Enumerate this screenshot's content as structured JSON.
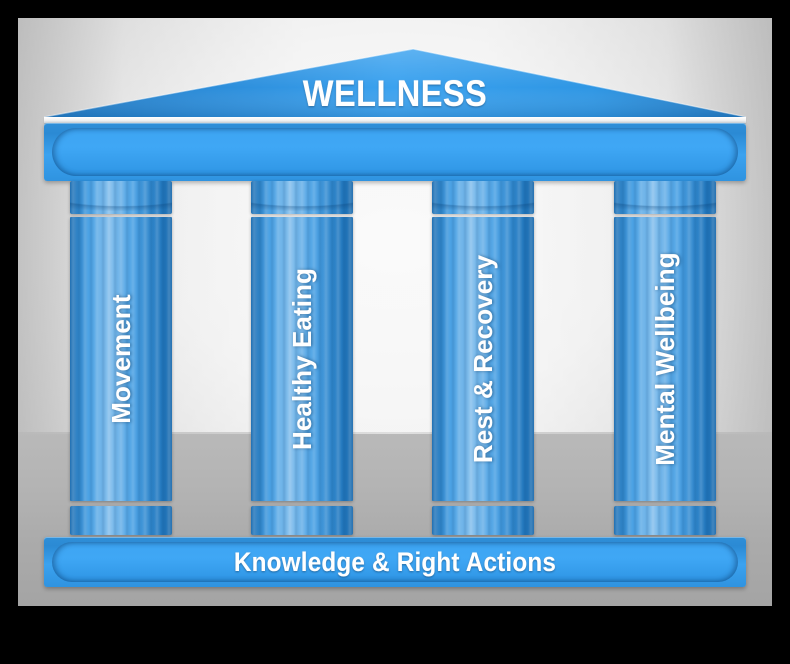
{
  "graphic": {
    "type": "temple-pillars-infographic",
    "roof": {
      "title": "WELLNESS",
      "shape": "triangle-pediment"
    },
    "entablature": {
      "label": ""
    },
    "pillars": [
      {
        "label": "Movement"
      },
      {
        "label": "Healthy Eating"
      },
      {
        "label": "Rest & Recovery"
      },
      {
        "label": "Mental Wellbeing"
      }
    ],
    "foundation": {
      "label": "Knowledge & Right Actions"
    },
    "colors": {
      "blue_mid": "#2f93e0",
      "blue_light": "#3fa7f5",
      "blue_dark": "#1f6fae",
      "text": "#ffffff",
      "wall": "#ececec",
      "floor": "#ababab",
      "border": "#000000"
    }
  }
}
